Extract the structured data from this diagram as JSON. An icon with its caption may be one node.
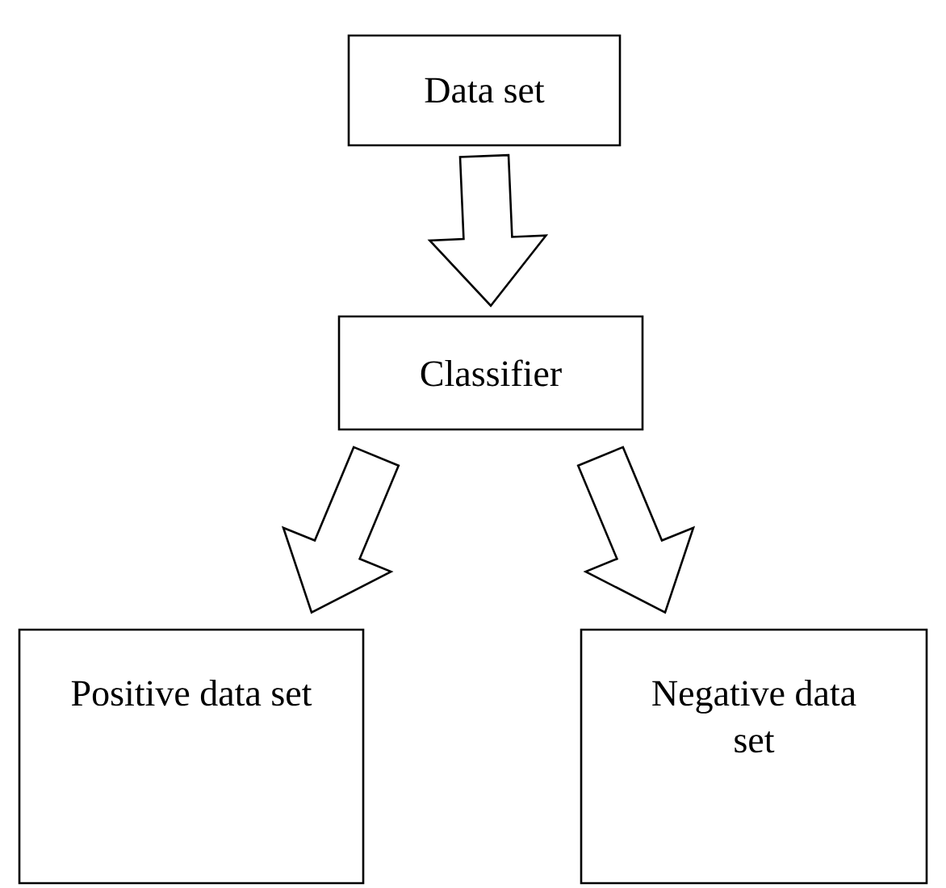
{
  "diagram": {
    "nodes": [
      {
        "text": [
          "Data set"
        ]
      },
      {
        "text": [
          "Classifier"
        ]
      },
      {
        "text": [
          "Positive data set"
        ]
      },
      {
        "text": [
          "Negative data set"
        ]
      }
    ],
    "edges": [
      {
        "from": 0,
        "to": 1,
        "arrow": "to"
      },
      {
        "from": 1,
        "to": 2,
        "arrow": "to"
      },
      {
        "from": 1,
        "to": 3,
        "arrow": "to"
      }
    ]
  }
}
